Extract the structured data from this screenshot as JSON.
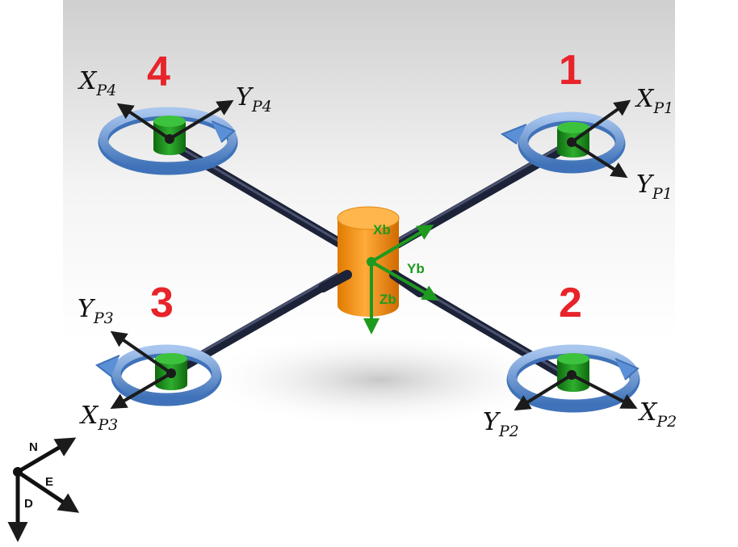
{
  "colors": {
    "rotor_number": "#e8232a",
    "body_axis": "#1e9a1e",
    "arm": "#1c2237",
    "hub": "#f7931e",
    "motor": "#1f8a1f",
    "rotation_arrow": "#5b8fd6",
    "axis_arrow": "#1b1b1b"
  },
  "rotors": [
    {
      "number": "1",
      "x_label": "X",
      "x_sub": "P1",
      "y_label": "Y",
      "y_sub": "P1",
      "rotation_icon": "counter-clockwise-arrow-icon"
    },
    {
      "number": "2",
      "x_label": "X",
      "x_sub": "P2",
      "y_label": "Y",
      "y_sub": "P2",
      "rotation_icon": "clockwise-arrow-icon"
    },
    {
      "number": "3",
      "x_label": "X",
      "x_sub": "P3",
      "y_label": "Y",
      "y_sub": "P3",
      "rotation_icon": "counter-clockwise-arrow-icon"
    },
    {
      "number": "4",
      "x_label": "X",
      "x_sub": "P4",
      "y_label": "Y",
      "y_sub": "P4",
      "rotation_icon": "clockwise-arrow-icon"
    }
  ],
  "body_frame": {
    "x_axis": "Xb",
    "y_axis": "Yb",
    "z_axis": "Zb"
  },
  "ned_frame": {
    "north": "N",
    "east": "E",
    "down": "D"
  }
}
